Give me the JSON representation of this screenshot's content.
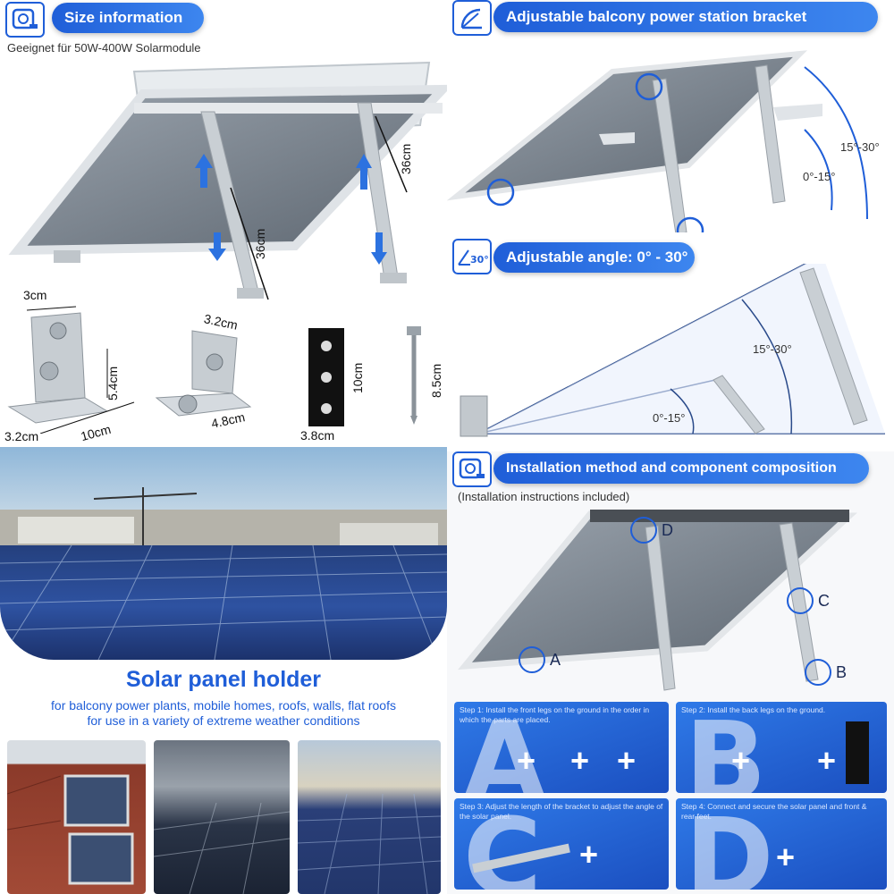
{
  "size_info": {
    "title": "Size information",
    "subtitle": "Geeignet für 50W-400W Solarmodule",
    "dims": {
      "leg_front": "36cm",
      "leg_back": "36cm",
      "clamp_w": "3cm",
      "clamp_h": "5.4cm",
      "clamp_l": "10cm",
      "clamp_d": "3.2cm",
      "lfoot_w": "3.2cm",
      "lfoot_l": "4.8cm",
      "plate_h": "10cm",
      "plate_w": "3.8cm",
      "screw_l": "8.5cm"
    }
  },
  "bracket": {
    "title": "Adjustable balcony power station bracket",
    "angle_outer": "15°-30°",
    "angle_inner": "0°-15°"
  },
  "angle": {
    "title": "Adjustable angle: 0° - 30°",
    "badge": "30°",
    "angle_outer": "15°-30°",
    "angle_inner": "0°-15°"
  },
  "holder": {
    "title": "Solar panel holder",
    "line1": "for balcony power plants, mobile homes, roofs, walls, flat roofs",
    "line2": "for use in a variety of extreme weather conditions"
  },
  "install": {
    "title": "Installation method and component composition",
    "subtitle": "(Installation instructions included)",
    "labels": [
      "A",
      "B",
      "C",
      "D"
    ],
    "steps": [
      {
        "letter": "A",
        "text": "Step 1: Install the front legs on the ground in the order in which the parts are placed."
      },
      {
        "letter": "B",
        "text": "Step 2: Install the back legs on the ground."
      },
      {
        "letter": "C",
        "text": "Step 3: Adjust the length of the bracket to adjust the angle of the solar panel."
      },
      {
        "letter": "D",
        "text": "Step 4: Connect and secure the solar panel and front & rear feet."
      }
    ],
    "plus": "+"
  },
  "colors": {
    "accent": "#1f5ed8",
    "panel": "#4a6fa0"
  }
}
